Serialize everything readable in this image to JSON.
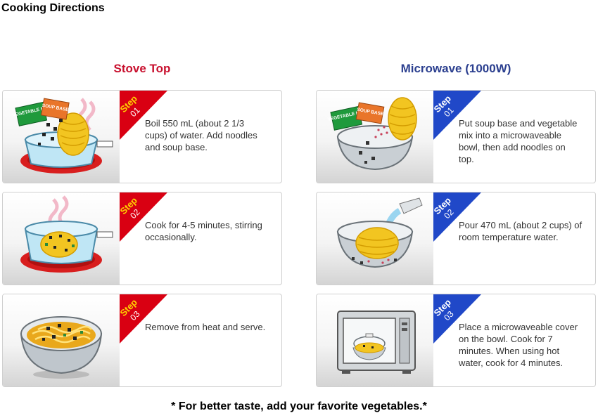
{
  "page_title": "Cooking Directions",
  "colors": {
    "stove": "#c8102e",
    "microwave": "#2b3f8f",
    "ribbon_red": "#d90012",
    "ribbon_blue": "#2048c8"
  },
  "stove_top": {
    "heading": "Stove Top",
    "steps": [
      {
        "label": "Step",
        "number": "01",
        "text": "Boil 550 mL (about 2 1/3 cups) of water. Add noodles and soup base.",
        "pack_labels": [
          "VEGETABLE MIX",
          "SOUP BASE"
        ]
      },
      {
        "label": "Step",
        "number": "02",
        "text": "Cook for 4-5 minutes, stirring occasionally."
      },
      {
        "label": "Step",
        "number": "03",
        "text": "Remove from heat and serve."
      }
    ]
  },
  "microwave": {
    "heading": "Microwave (1000W)",
    "steps": [
      {
        "label": "Step",
        "number": "01",
        "text": "Put soup base and vegetable mix into a microwaveable bowl, then add noodles on top.",
        "pack_labels": [
          "VEGETABLE MIX",
          "SOUP BASE"
        ]
      },
      {
        "label": "Step",
        "number": "02",
        "text": "Pour 470 mL (about 2 cups) of room temperature water."
      },
      {
        "label": "Step",
        "number": "03",
        "text": "Place a microwaveable cover on the bowl. Cook for 7 minutes. When using hot water, cook for 4 minutes."
      }
    ]
  },
  "footer_note": "* For better taste, add your favorite vegetables.*"
}
